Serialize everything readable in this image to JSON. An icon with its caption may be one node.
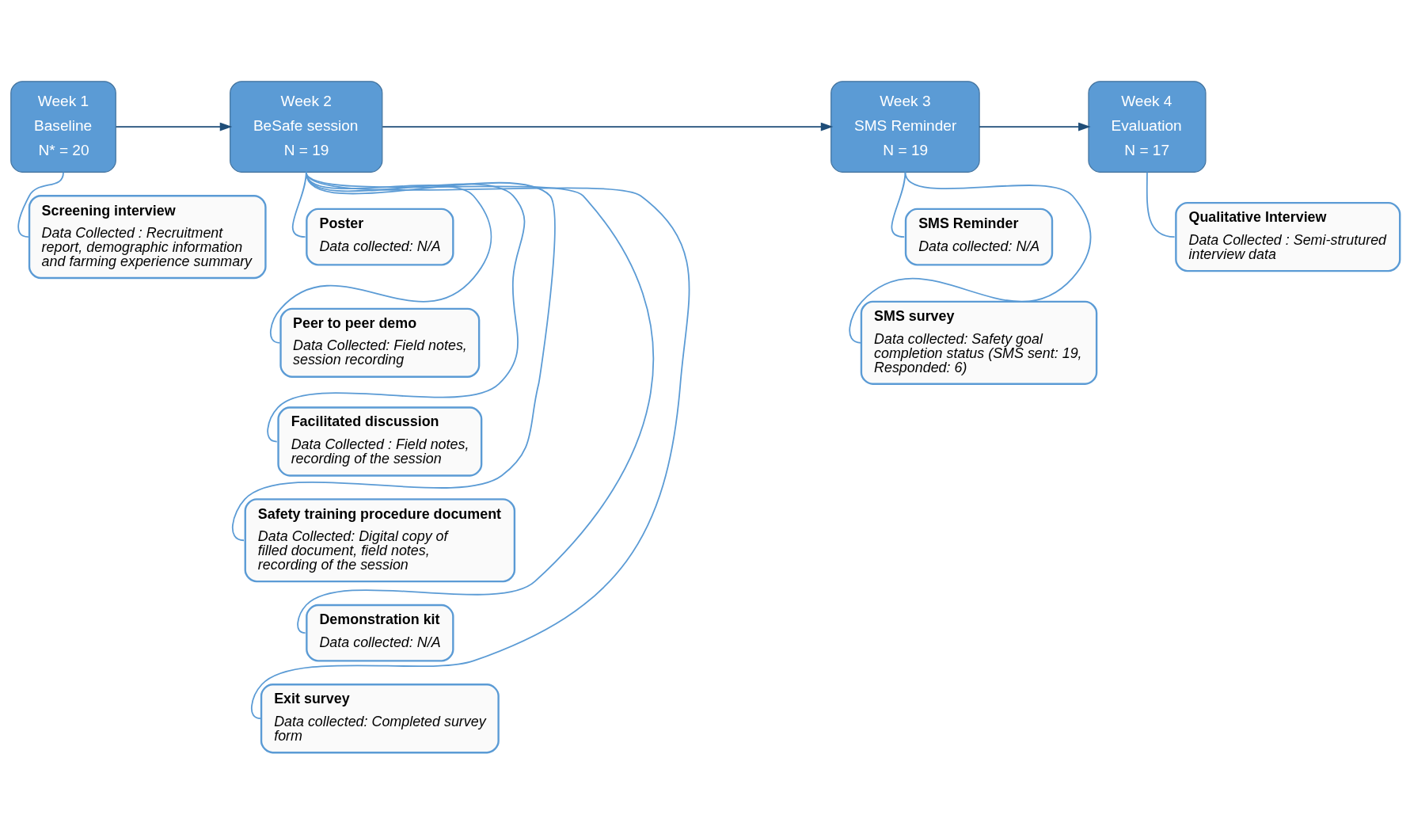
{
  "diagram": {
    "nodes": [
      {
        "text": [
          "Week 1",
          "Baseline",
          "N* = 20"
        ]
      },
      {
        "text": [
          "Screening interview",
          "Data Collected : Recruitment report, demographic information and farming experience summary"
        ]
      },
      {
        "text": [
          "Week 2",
          "BeSafe session",
          "N = 19"
        ]
      },
      {
        "text": [
          "Poster",
          "Data collected: N/A"
        ]
      },
      {
        "text": [
          "Peer to peer demo",
          "Data Collected: Field notes, session recording"
        ]
      },
      {
        "text": [
          "Facilitated discussion",
          "Data Collected : Field notes, recording of the session"
        ]
      },
      {
        "text": [
          "Safety training procedure document",
          "Data Collected: Digital copy of filled document, field notes, recording of the session"
        ]
      },
      {
        "text": [
          "Demonstration kit",
          "Data collected: N/A"
        ]
      },
      {
        "text": [
          "Exit survey",
          "Data collected: Completed survey form"
        ]
      },
      {
        "text": [
          "Week 3",
          "SMS Reminder",
          "N = 19"
        ]
      },
      {
        "text": [
          "SMS Reminder",
          "Data collected: N/A"
        ]
      },
      {
        "text": [
          "SMS survey",
          "Data collected: Safety goal completion status (SMS sent: 19, Responded: 6)"
        ]
      },
      {
        "text": [
          "Week 4",
          "Evaluation",
          "N = 17"
        ]
      },
      {
        "text": [
          "Qualitative Interview",
          "Data Collected : Semi-strutured interview data"
        ]
      }
    ],
    "edges": [
      {
        "from": 0,
        "to": 2,
        "arrow": "to",
        "color": "#1f4e79"
      },
      {
        "from": 2,
        "to": 9,
        "arrow": "to",
        "color": "#1f4e79"
      },
      {
        "from": 9,
        "to": 12,
        "arrow": "to",
        "color": "#1f4e79"
      },
      {
        "from": 0,
        "to": 1,
        "arrow": "none"
      },
      {
        "from": 2,
        "to": 3,
        "arrow": "none"
      },
      {
        "from": 2,
        "to": 4,
        "arrow": "none"
      },
      {
        "from": 2,
        "to": 5,
        "arrow": "none"
      },
      {
        "from": 2,
        "to": 6,
        "arrow": "none"
      },
      {
        "from": 2,
        "to": 7,
        "arrow": "none"
      },
      {
        "from": 2,
        "to": 8,
        "arrow": "none"
      },
      {
        "from": 9,
        "to": 10,
        "arrow": "none"
      },
      {
        "from": 9,
        "to": 11,
        "arrow": "none"
      },
      {
        "from": 12,
        "to": 13,
        "arrow": "none"
      }
    ]
  }
}
